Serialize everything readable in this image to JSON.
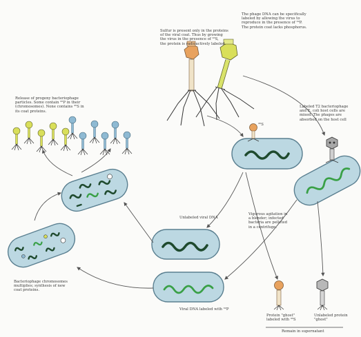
{
  "labels": {
    "sulfur_note": "Sulfur is present only in the proteins\nof the viral coat. Thus by growing\nthe virus in the presence of ³⁵S,\nthe protein is radioactively labeled.",
    "phosphorus_note": "The phage DNA can be specifically\nlabeled by allowing the virus to\nreproduce in the presence of ³²P.\nThe protein coat lacks phosphorus.",
    "release_note": "Release of progeny bacteriophage\nparticles. Some contain ³²P in their\n(chromosomes). None contains ³⁵S in\nits coat proteins.",
    "infection_note": "Labeled T2 bacteriophage\nand E. coli host cells are\nmixed. The phages are\nabsorbed on the host cell",
    "s35_tag": "³⁵S",
    "unlabeled_dna": "Unlabeled viral DNA",
    "agitation_note": "Vigorous agitation in\na blender; infected\nbacteria are pelleted\nin a centrifuge.",
    "multiplication_note": "Bacteriophage chromosomes\nmultiplies; synthesis of new\ncoat proteins.",
    "labeled_dna": "Viral DNA labeled with ³²P",
    "ghost_labeled": "Protein \"ghost\"\nlabeled with ³⁵S",
    "ghost_unlabeled": "Unlabeled protein\n\"ghost\"",
    "supernatant": "Remain in supernatant"
  },
  "colors": {
    "cell_fill": "#bcd8e2",
    "cell_edge": "#5a7f90",
    "dna_dark": "#1f4a2e",
    "dna_green": "#39a046",
    "phage_orange": "#e8a25e",
    "phage_yellow": "#d9df5a",
    "phage_blue": "#8fbad3",
    "phage_grey": "#8c8c8c",
    "arrow": "#555555"
  }
}
